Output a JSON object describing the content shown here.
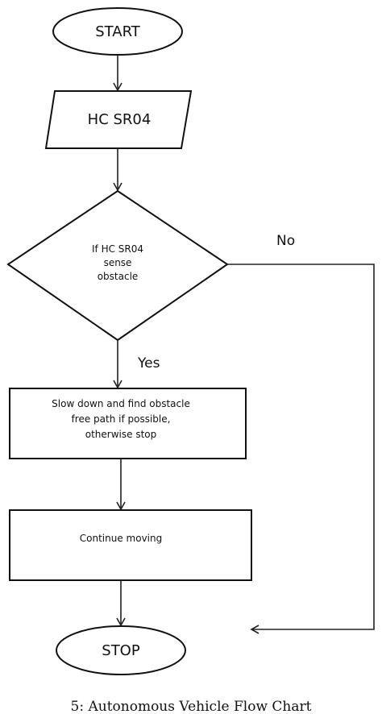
{
  "diagram": {
    "start": "START",
    "input": "HC SR04",
    "decision": [
      "If HC SR04",
      "sense",
      "obstacle"
    ],
    "edge_no": "No",
    "edge_yes": "Yes",
    "process_slow": [
      "Slow down and find obstacle",
      "free path if possible,",
      "otherwise stop"
    ],
    "process_continue": "Continue moving",
    "stop": "STOP"
  },
  "caption": "5: Autonomous Vehicle Flow Chart"
}
